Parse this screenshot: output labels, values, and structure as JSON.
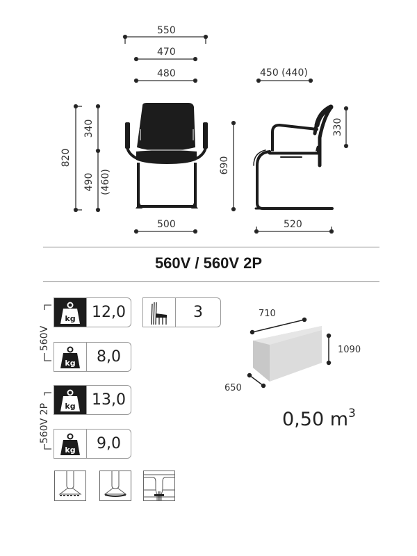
{
  "product": {
    "title": "560V / 560V 2P"
  },
  "front_view": {
    "dimensions": {
      "overall_width": "550",
      "seat_width": "470",
      "back_width": "480",
      "base_width": "500",
      "total_height": "820",
      "back_height": "340",
      "seat_height": "490",
      "seat_height_alt": "(460)"
    }
  },
  "side_view": {
    "dimensions": {
      "seat_depth": "450 (440)",
      "armrest_height": "690",
      "backrest_height": "330",
      "overall_depth": "520"
    }
  },
  "weights": {
    "groups": [
      {
        "label": "560V",
        "items": [
          {
            "icon": "kg-weight-gross-icon",
            "value": "12,0",
            "style": "dark"
          },
          {
            "icon": "kg-weight-net-icon",
            "value": "8,0",
            "style": "light"
          }
        ]
      },
      {
        "label": "560V 2P",
        "items": [
          {
            "icon": "kg-weight-gross-icon",
            "value": "13,0",
            "style": "dark"
          },
          {
            "icon": "kg-weight-net-icon",
            "value": "9,0",
            "style": "light"
          }
        ]
      }
    ]
  },
  "stacking": {
    "icon": "stacked-chairs-icon",
    "value": "3"
  },
  "packaging": {
    "width": "710",
    "height": "1090",
    "depth": "650",
    "volume": "0,50 m",
    "volume_exp": "3"
  },
  "glides": [
    {
      "icon": "felt-glide-icon"
    },
    {
      "icon": "plastic-glide-icon"
    },
    {
      "icon": "linking-connector-icon"
    }
  ],
  "colors": {
    "ink": "#1c1c1c",
    "rule": "#8a8a8a",
    "box_fill": "#dcdcdc",
    "box_side": "#c8c8c8"
  }
}
